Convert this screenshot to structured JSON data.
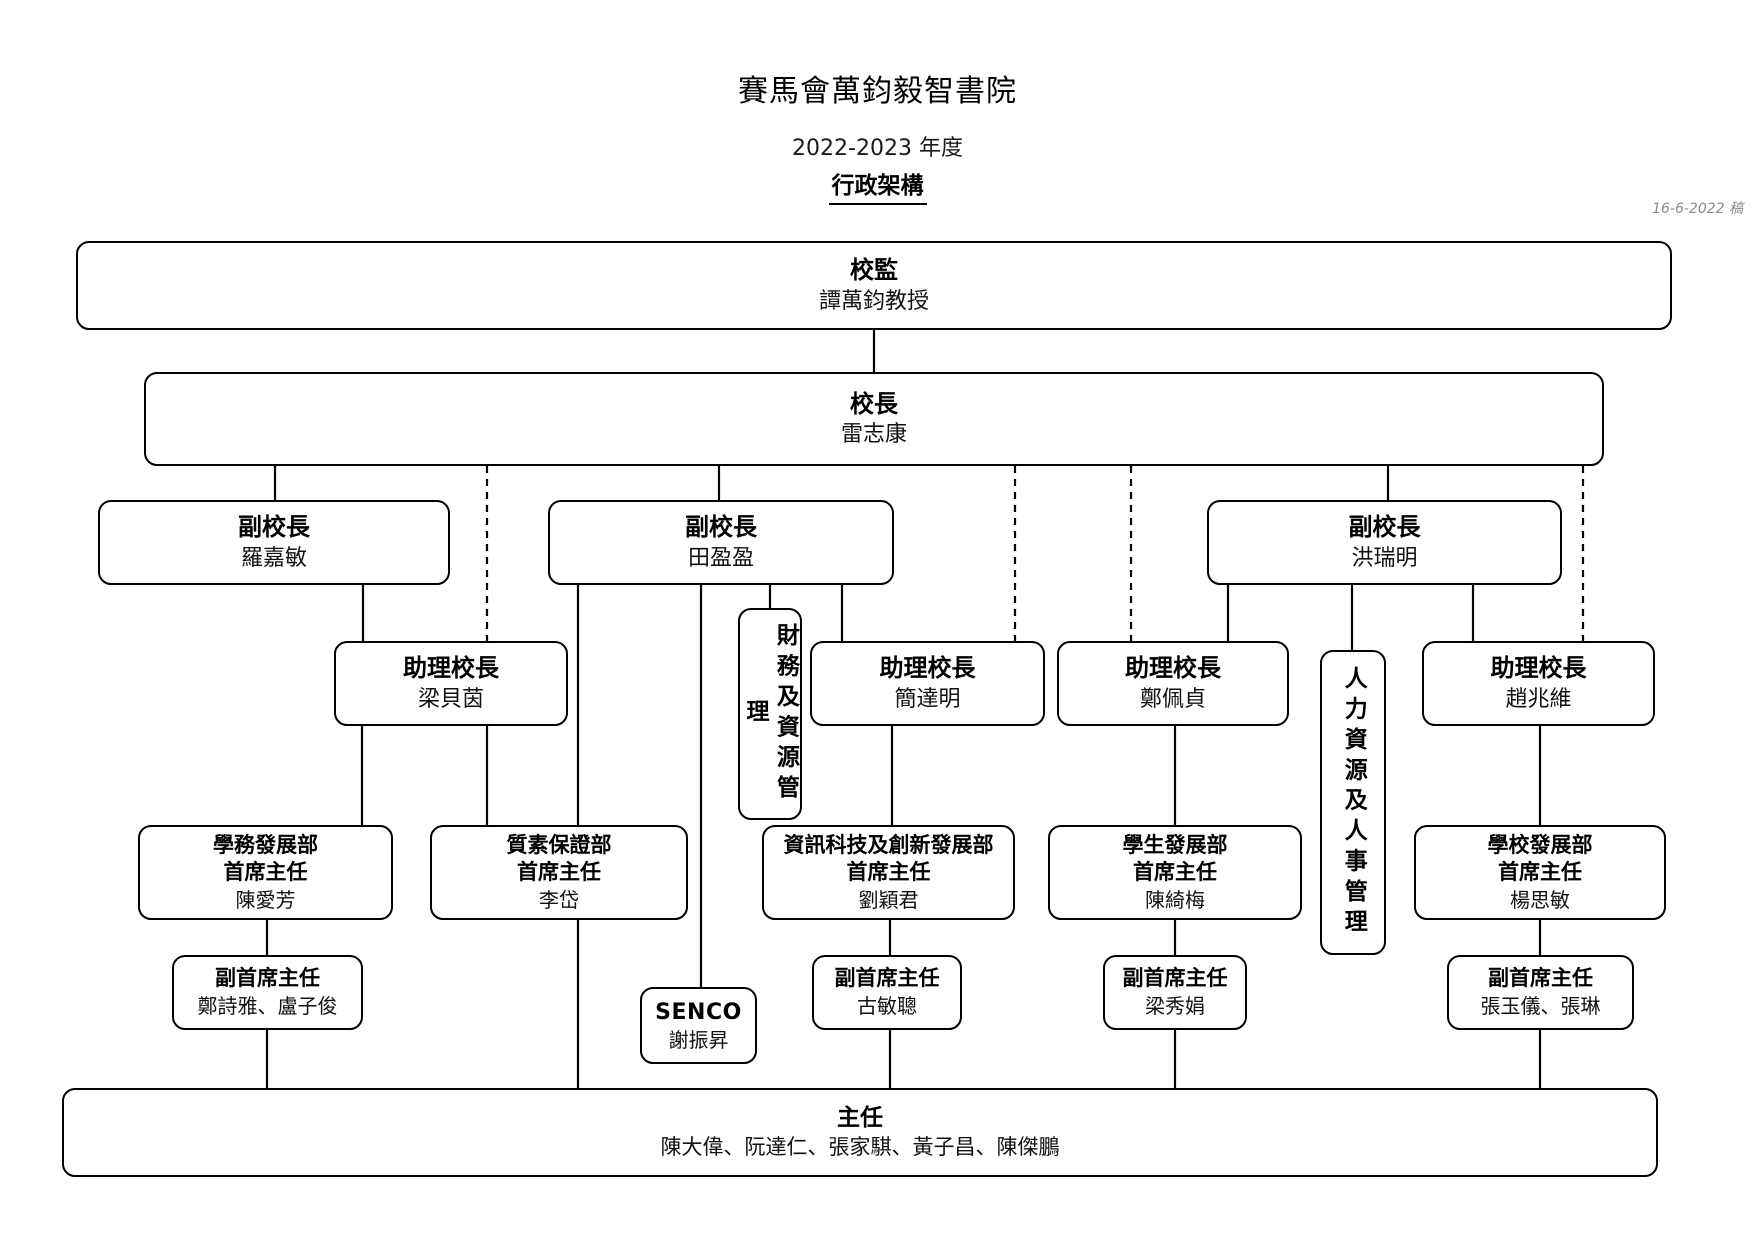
{
  "header": {
    "school_name": "賽馬會萬鈞毅智書院",
    "year": "2022-2023 年度",
    "chart_title": "行政架構",
    "revision_note": "16-6-2022 稿"
  },
  "nodes": {
    "supervisor": {
      "title": "校監",
      "name": "譚萬鈞教授"
    },
    "principal": {
      "title": "校長",
      "name": "雷志康"
    },
    "vp1": {
      "title": "副校長",
      "name": "羅嘉敏"
    },
    "vp2": {
      "title": "副校長",
      "name": "田盈盈"
    },
    "vp3": {
      "title": "副校長",
      "name": "洪瑞明"
    },
    "ap1": {
      "title": "助理校長",
      "name": "梁貝茵"
    },
    "ap2": {
      "title": "助理校長",
      "name": "簡達明"
    },
    "ap3": {
      "title": "助理校長",
      "name": "鄭佩貞"
    },
    "ap4": {
      "title": "助理校長",
      "name": "趙兆維"
    },
    "finance": {
      "title": "財務及資源管理"
    },
    "hr": {
      "title": "人力資源及人事管理"
    },
    "dept1": {
      "dept": "學務發展部",
      "title": "首席主任",
      "name": "陳愛芳"
    },
    "dept2": {
      "dept": "質素保證部",
      "title": "首席主任",
      "name": "李岱"
    },
    "dept3": {
      "dept": "資訊科技及創新發展部",
      "title": "首席主任",
      "name": "劉穎君"
    },
    "dept4": {
      "dept": "學生發展部",
      "title": "首席主任",
      "name": "陳綺梅"
    },
    "dept5": {
      "dept": "學校發展部",
      "title": "首席主任",
      "name": "楊思敏"
    },
    "vice1": {
      "title": "副首席主任",
      "name": "鄭詩雅、盧子俊"
    },
    "vice2": {
      "title": "副首席主任",
      "name": "古敏聰"
    },
    "vice3": {
      "title": "副首席主任",
      "name": "梁秀娟"
    },
    "vice4": {
      "title": "副首席主任",
      "name": "張玉儀、張琳"
    },
    "senco": {
      "title": "SENCO",
      "name": "謝振昇"
    },
    "masters": {
      "title": "主任",
      "name": "陳大偉、阮達仁、張家騏、黃子昌、陳傑鵬"
    }
  },
  "colors": {
    "background": "#ffffff",
    "box_border": "#000000",
    "connector": "#000000",
    "note_gray": "#8a8a8a"
  }
}
